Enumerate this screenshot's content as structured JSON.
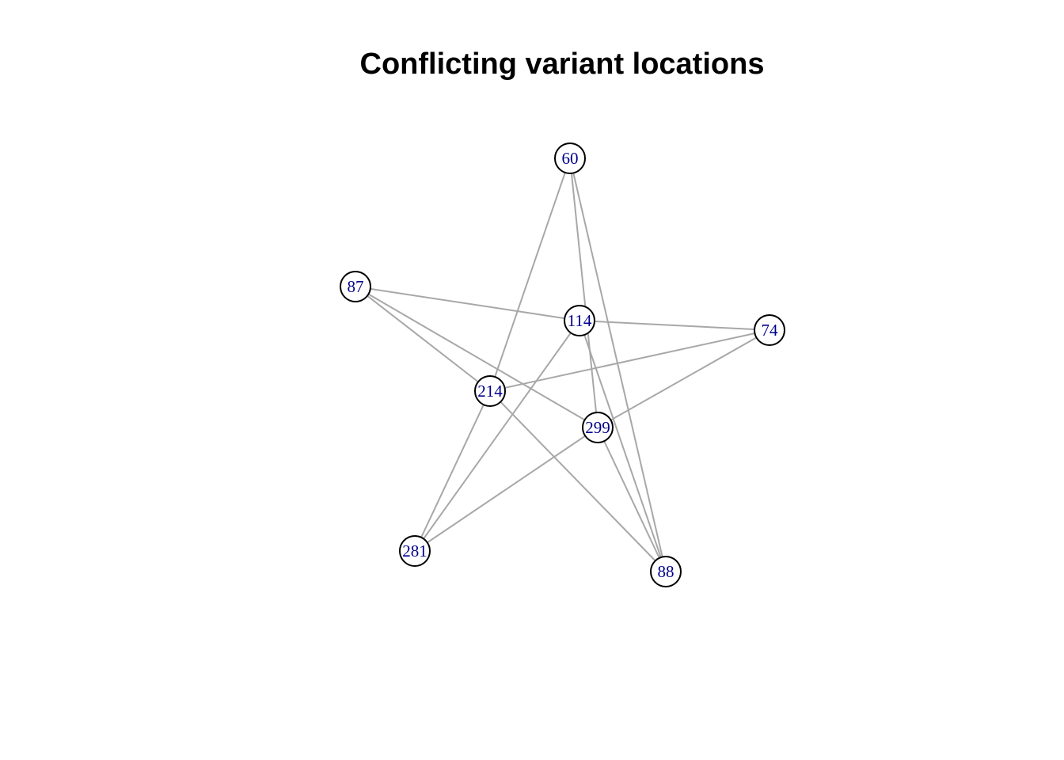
{
  "title": "Conflicting variant locations",
  "colors": {
    "edge": "#a8a8a8",
    "node_border": "#000000",
    "node_fill": "#ffffff",
    "node_label": "#00008b"
  },
  "graph": {
    "nodes": [
      {
        "id": "60",
        "label": "60"
      },
      {
        "id": "87",
        "label": "87"
      },
      {
        "id": "114",
        "label": "114"
      },
      {
        "id": "74",
        "label": "74"
      },
      {
        "id": "214",
        "label": "214"
      },
      {
        "id": "299",
        "label": "299"
      },
      {
        "id": "281",
        "label": "281"
      },
      {
        "id": "88",
        "label": "88"
      }
    ],
    "edges": [
      {
        "source": "60",
        "target": "214"
      },
      {
        "source": "60",
        "target": "299"
      },
      {
        "source": "60",
        "target": "88"
      },
      {
        "source": "87",
        "target": "114"
      },
      {
        "source": "87",
        "target": "214"
      },
      {
        "source": "87",
        "target": "299"
      },
      {
        "source": "114",
        "target": "74"
      },
      {
        "source": "114",
        "target": "281"
      },
      {
        "source": "114",
        "target": "88"
      },
      {
        "source": "74",
        "target": "214"
      },
      {
        "source": "74",
        "target": "299"
      },
      {
        "source": "214",
        "target": "281"
      },
      {
        "source": "214",
        "target": "88"
      },
      {
        "source": "299",
        "target": "281"
      },
      {
        "source": "299",
        "target": "88"
      }
    ]
  }
}
